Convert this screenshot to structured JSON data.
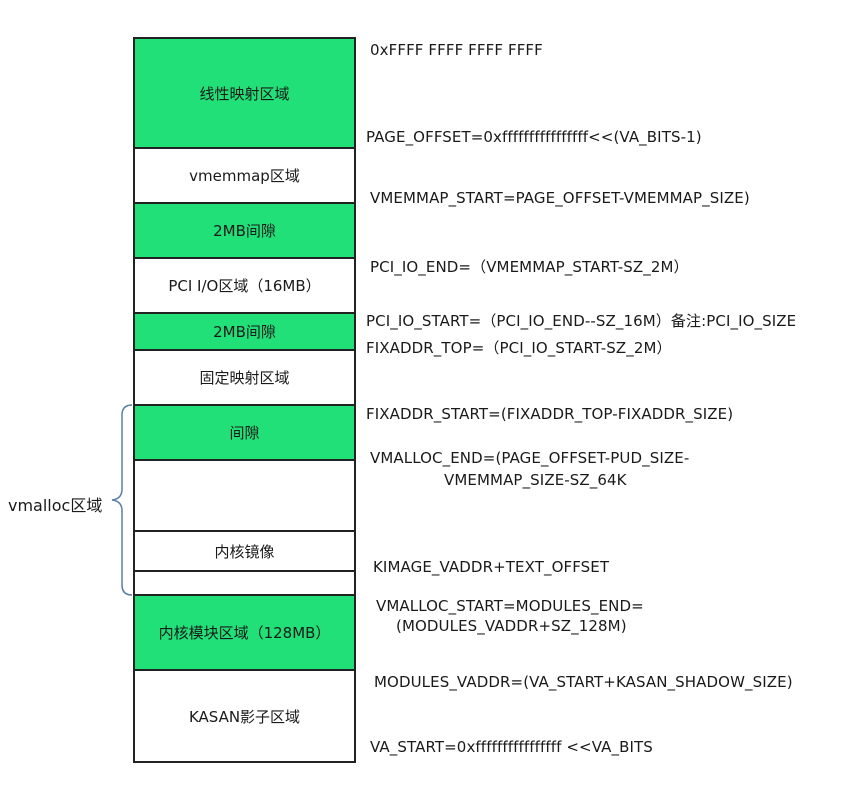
{
  "regions": {
    "linear_map": "线性映射区域",
    "vmemmap": "vmemmap区域",
    "gap_2mb_top": "2MB间隙",
    "pci_io": "PCI I/O区域（16MB）",
    "gap_2mb_bottom": "2MB间隙",
    "fixmap": "固定映射区域",
    "gap": "间隙",
    "vmalloc_blank": "",
    "kernel_image": "内核镜像",
    "vmalloc_blank2": "",
    "modules": "内核模块区域（128MB）",
    "kasan": "KASAN影子区域"
  },
  "vmalloc_label": "vmalloc区域",
  "addresses": {
    "top": "0xFFFF FFFF FFFF FFFF",
    "page_offset": "PAGE_OFFSET=0xffffffffffffffff<<(VA_BITS-1)",
    "vmemmap_start": "VMEMMAP_START=PAGE_OFFSET-VMEMMAP_SIZE)",
    "pci_io_end": "PCI_IO_END=（VMEMMAP_START-SZ_2M）",
    "pci_io_start": "PCI_IO_START=（PCI_IO_END--SZ_16M）备注:PCI_IO_SIZE",
    "fixaddr_top": "FIXADDR_TOP=（PCI_IO_START-SZ_2M）",
    "fixaddr_start": "FIXADDR_START=(FIXADDR_TOP-FIXADDR_SIZE)",
    "vmalloc_end_1": "VMALLOC_END=(PAGE_OFFSET-PUD_SIZE-",
    "vmalloc_end_2": "VMEMMAP_SIZE-SZ_64K",
    "kimage": "KIMAGE_VADDR+TEXT_OFFSET",
    "vmalloc_start_1": "VMALLOC_START=MODULES_END=",
    "vmalloc_start_2": "(MODULES_VADDR+SZ_128M)",
    "modules_vaddr": "MODULES_VADDR=(VA_START+KASAN_SHADOW_SIZE)",
    "va_start": "VA_START=0xffffffffffffffff <<VA_BITS"
  },
  "colors": {
    "fill": "#21e078",
    "border": "#222222"
  }
}
